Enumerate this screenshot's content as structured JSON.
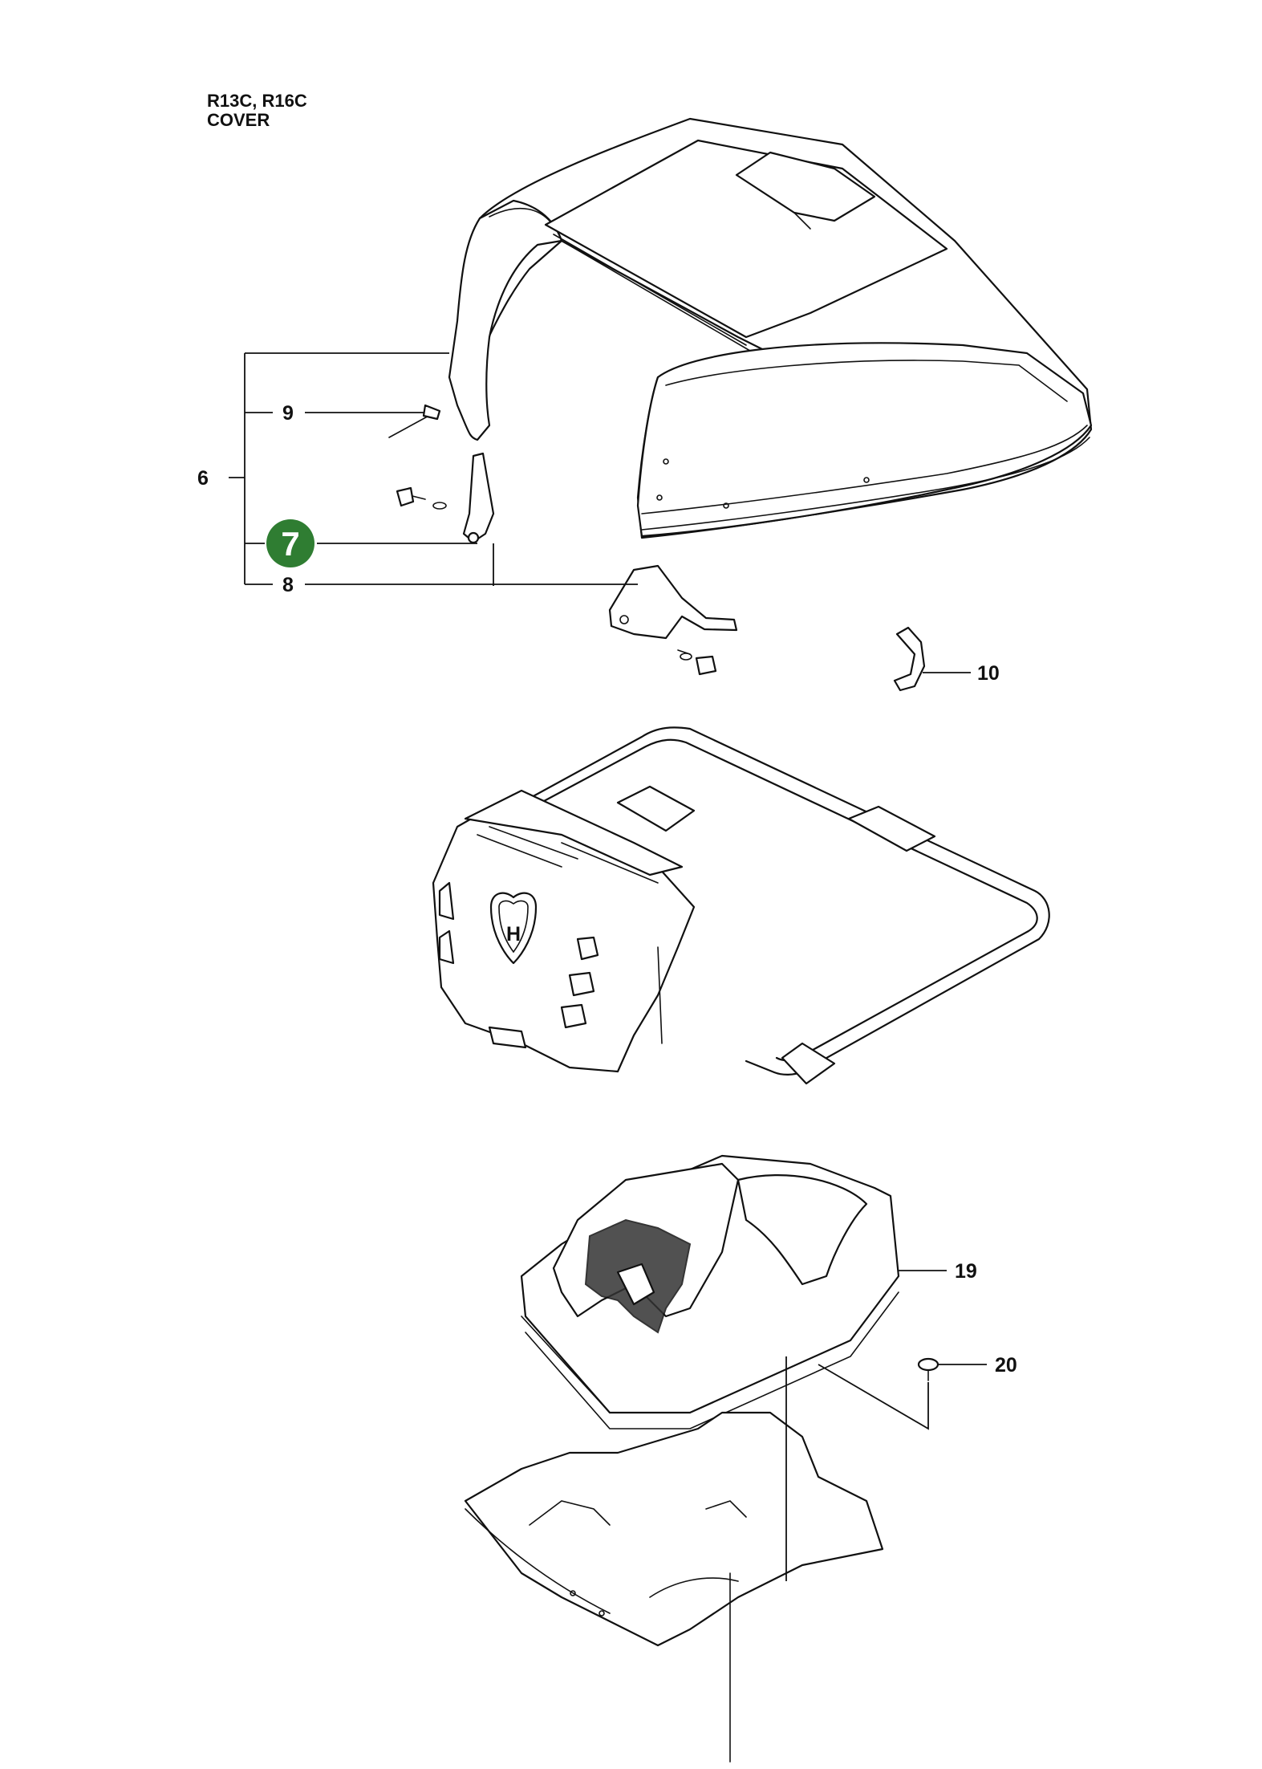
{
  "header": {
    "model": "R13C, R16C",
    "section": "COVER"
  },
  "colors": {
    "line": "#111111",
    "highlight": "#2f7d32"
  },
  "callouts": [
    {
      "id": "6",
      "label": "6",
      "highlighted": false
    },
    {
      "id": "7",
      "label": "7",
      "highlighted": true
    },
    {
      "id": "8",
      "label": "8",
      "highlighted": false
    },
    {
      "id": "9",
      "label": "9",
      "highlighted": false
    },
    {
      "id": "10",
      "label": "10",
      "highlighted": false
    },
    {
      "id": "19",
      "label": "19",
      "highlighted": false
    },
    {
      "id": "20",
      "label": "20",
      "highlighted": false
    }
  ],
  "logo": {
    "letter": "H"
  }
}
